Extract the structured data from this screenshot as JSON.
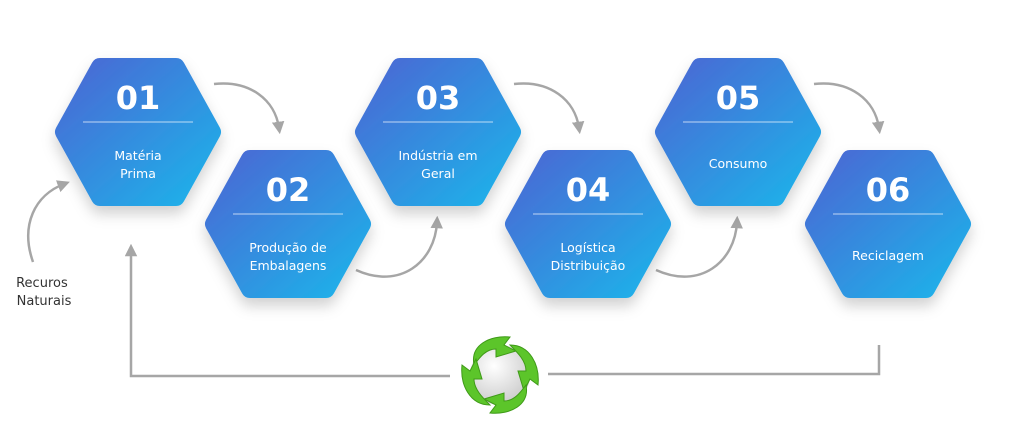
{
  "steps": [
    {
      "number": "01",
      "label": [
        "Matéria",
        "Prima"
      ]
    },
    {
      "number": "02",
      "label": [
        "Produção de",
        "Embalagens"
      ]
    },
    {
      "number": "03",
      "label": [
        "Indústria em",
        "Geral"
      ]
    },
    {
      "number": "04",
      "label": [
        "Logística",
        "Distribuição"
      ]
    },
    {
      "number": "05",
      "label": [
        "Consumo"
      ]
    },
    {
      "number": "06",
      "label": [
        "Reciclagem"
      ]
    }
  ],
  "source": {
    "label": [
      "Recuros",
      "Naturais"
    ]
  },
  "recycle_icon": "recycle-globe-icon",
  "colors": {
    "hex_start": "#4a68d4",
    "hex_end": "#1db3ea",
    "arrow": "#a6a6a6",
    "leaf": "#5cc52a"
  }
}
